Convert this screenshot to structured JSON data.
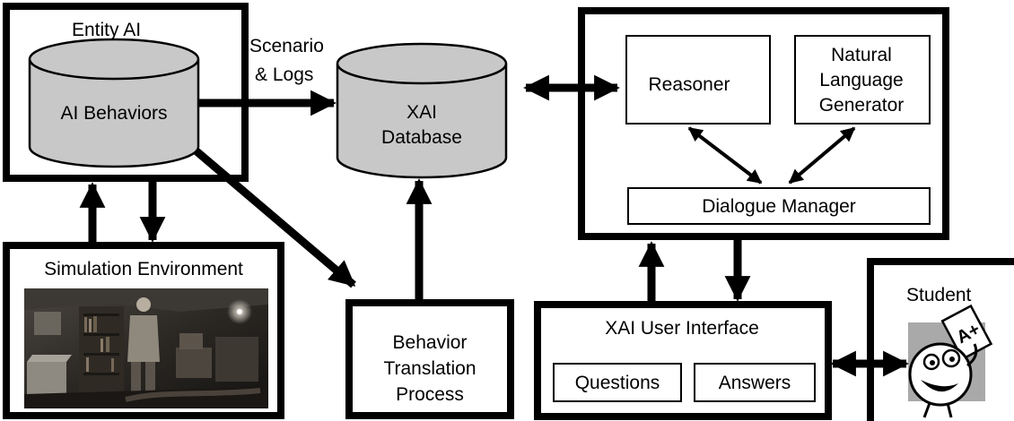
{
  "entity_ai": {
    "title": "Entity AI",
    "db_label": "AI Behaviors"
  },
  "flow_label": {
    "line1": "Scenario",
    "line2": "& Logs"
  },
  "xai_db": {
    "line1": "XAI",
    "line2": "Database"
  },
  "simulation": {
    "title": "Simulation Environment"
  },
  "behavior_translation": {
    "line1": "Behavior",
    "line2": "Translation",
    "line3": "Process"
  },
  "explainer": {
    "reasoner": "Reasoner",
    "nlg_line1": "Natural",
    "nlg_line2": "Language",
    "nlg_line3": "Generator",
    "dialogue_manager": "Dialogue Manager"
  },
  "user_interface": {
    "title": "XAI User Interface",
    "questions": "Questions",
    "answers": "Answers"
  },
  "student": {
    "title": "Student",
    "grade": "A+"
  },
  "colors": {
    "stroke": "#000000",
    "cylinder_fill": "#c8c8c8",
    "grade_card": "#a9a9a9",
    "scene_dark": "#2b2824"
  }
}
